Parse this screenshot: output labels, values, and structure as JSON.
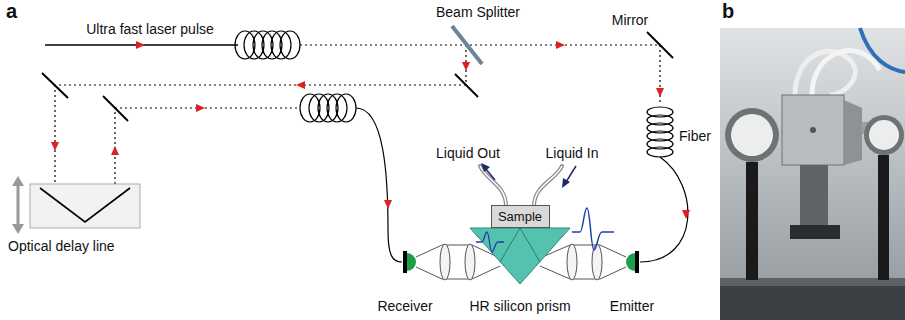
{
  "diagram": {
    "nodes": [
      {
        "text": [
          "Sample"
        ]
      }
    ],
    "labels": [
      "a",
      "b",
      "Ultra fast laser pulse",
      "Beam Splitter",
      "Mirror",
      "Fiber",
      "Liquid Out",
      "Liquid In",
      "Optical delay line",
      "Receiver",
      "HR silicon prism",
      "Emitter"
    ]
  }
}
